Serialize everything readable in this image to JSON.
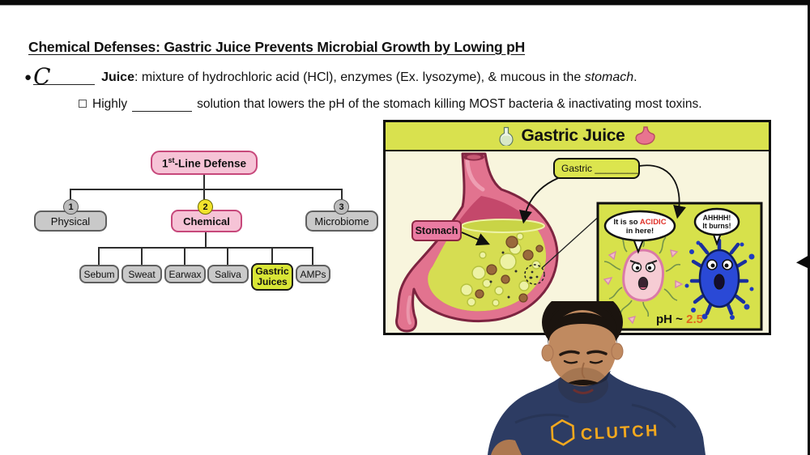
{
  "colors": {
    "accent_green": "#d9e14e",
    "panel_cream": "#f8f5dd",
    "tree_pink": "#f6c3d6",
    "tree_pink_border": "#c7487b",
    "node_gray": "#c9c9c9",
    "highlight_yellow": "#f2e32c",
    "gastric_leaf_green": "#d9e636",
    "acid_red": "#e03028",
    "ph_orange": "#e2661c",
    "shirt_navy": "#2d3c63",
    "logo_gold": "#f3a81e"
  },
  "header": {
    "title": "Chemical Defenses: Gastric Juice Prevents Microbial Growth by Lowing pH"
  },
  "notes": {
    "bullet_marker": "●",
    "handwritten_letter": "C",
    "term": "Juice",
    "body": ": mixture of hydrochloric acid (HCl), enzymes (Ex. lysozyme), & mucous in the ",
    "body_italic": "stomach",
    "body_end": ".",
    "sub_prefix": "Highly",
    "sub_body": "solution that lowers the pH of the stomach killing MOST bacteria & inactivating most toxins."
  },
  "tree": {
    "root_num": "1",
    "root_sup": "st",
    "root_rest": "-Line Defense",
    "level1": [
      {
        "badge": "1",
        "label": "Physical"
      },
      {
        "badge": "2",
        "label": "Chemical"
      },
      {
        "badge": "3",
        "label": "Microbiome"
      }
    ],
    "level2": [
      "Sebum",
      "Sweat",
      "Earwax",
      "Saliva",
      "Gastric Juices",
      "AMPs"
    ]
  },
  "panel": {
    "title": "Gastric Juice",
    "stomach_label": "Stomach",
    "gastric_label": "Gastric ________",
    "bubble_left_line1a": "It is so ",
    "bubble_left_accent": "ACIDIC",
    "bubble_left_line2": "in here!",
    "bubble_right_line1": "AHHHH!",
    "bubble_right_line2": "It burns!",
    "ph_prefix": "pH ~ ",
    "ph_value": "2.5"
  },
  "person": {
    "shirt_logo": "CLUTCH"
  }
}
